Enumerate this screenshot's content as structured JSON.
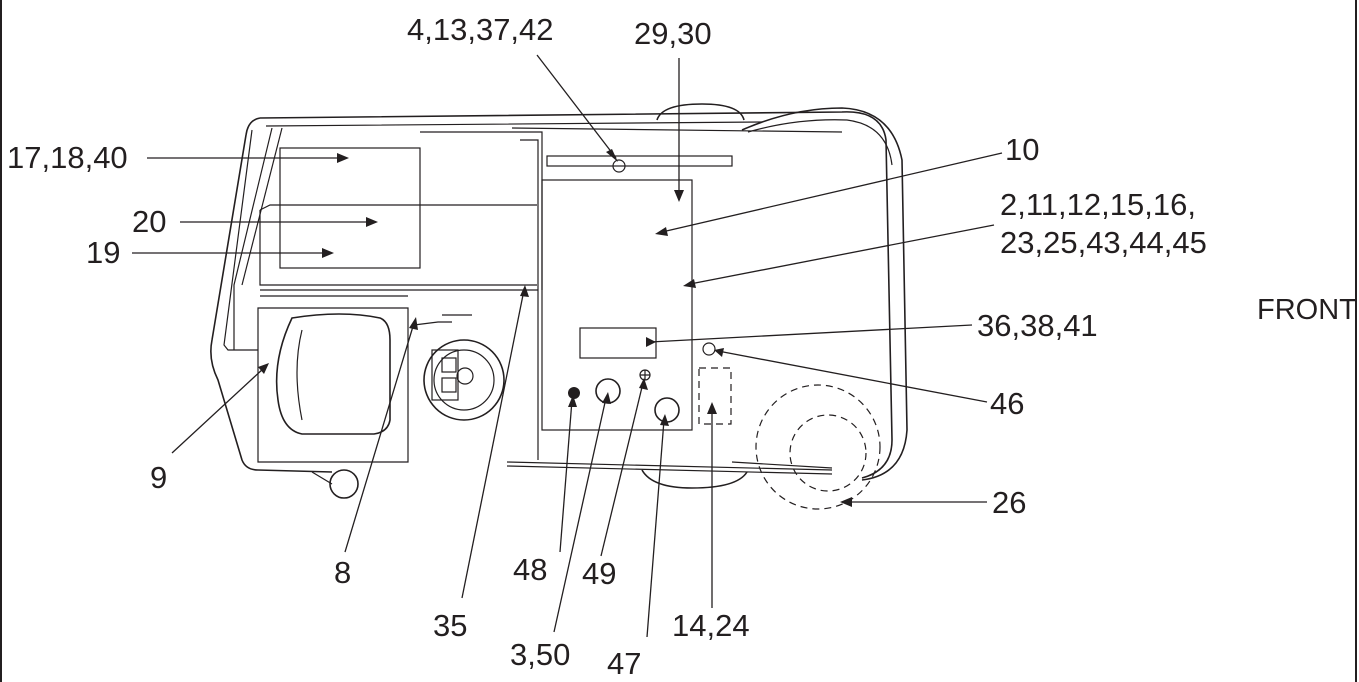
{
  "diagram": {
    "front_label": "FRONT",
    "callouts": [
      {
        "id": "c-4-13-37-42",
        "text": "4,13,37,42"
      },
      {
        "id": "c-29-30",
        "text": "29,30"
      },
      {
        "id": "c-17-18-40",
        "text": "17,18,40"
      },
      {
        "id": "c-10",
        "text": "10"
      },
      {
        "id": "c-2-line1",
        "text": "2,11,12,15,16,"
      },
      {
        "id": "c-2-line2",
        "text": "23,25,43,44,45"
      },
      {
        "id": "c-20",
        "text": "20"
      },
      {
        "id": "c-19",
        "text": "19"
      },
      {
        "id": "c-36-38-41",
        "text": "36,38,41"
      },
      {
        "id": "c-46",
        "text": "46"
      },
      {
        "id": "c-9",
        "text": "9"
      },
      {
        "id": "c-26",
        "text": "26"
      },
      {
        "id": "c-8",
        "text": "8"
      },
      {
        "id": "c-48",
        "text": "48"
      },
      {
        "id": "c-49",
        "text": "49"
      },
      {
        "id": "c-14-24",
        "text": "14,24"
      },
      {
        "id": "c-35",
        "text": "35"
      },
      {
        "id": "c-3-50",
        "text": "3,50"
      },
      {
        "id": "c-47",
        "text": "47"
      }
    ]
  }
}
